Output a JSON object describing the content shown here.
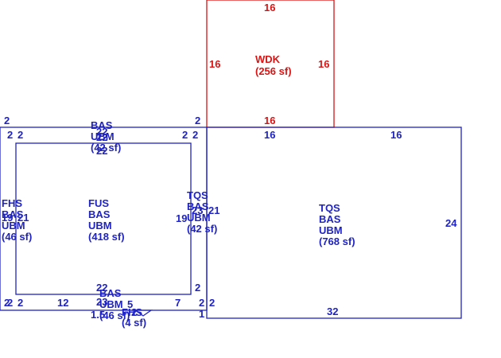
{
  "colors": {
    "main": "#1f23c2",
    "deck": "#d81414",
    "background": "#ffffff"
  },
  "areas": {
    "wdk": {
      "code": "WDK",
      "area": "(256 sf)"
    },
    "tqs_large": {
      "l1": "TQS",
      "l2": "BAS",
      "l3": "UBM",
      "area": "(768 sf)"
    },
    "fus": {
      "l1": "FUS",
      "l2": "BAS",
      "l3": "UBM",
      "area": "(418 sf)"
    },
    "fhs": {
      "l1": "FHS",
      "l2": "BAS",
      "l3": "UBM",
      "area": "(46 sf)"
    },
    "tqs_small": {
      "l1": "TQS",
      "l2": "BAS",
      "l3": "UBM",
      "area": "(42 sf)"
    },
    "top_strip": {
      "l1": "BAS",
      "l2": "UBM",
      "l3": "(42 sf)",
      "o1": "22",
      "o2": "22",
      "o3": "22"
    },
    "bottom_strip": {
      "l1": "BAS",
      "l2": "UBM",
      "l3": "(46 sf)",
      "o1": "22",
      "o2": "23",
      "o3": "1.5"
    },
    "small_tri": {
      "l1": "FHS",
      "l2": "(4 sf)",
      "o1": "2",
      "o2": "5"
    }
  },
  "dims": {
    "wdk_top": "16",
    "wdk_left": "16",
    "wdk_right": "16",
    "wdk_bottom": "16",
    "tqs_top_left": "16",
    "tqs_top_right": "16",
    "tqs_right": "24",
    "tqs_bottom": "32",
    "d_2_a": "2",
    "d_2_b": "2",
    "d_2_c": "2",
    "d_2_d": "2",
    "d_2_e": "2",
    "d_2_f": "2",
    "d_2_g": "2",
    "d_2_h": "2",
    "d_2_i": "2",
    "d_2_j": "2",
    "d_2_k": "2",
    "d_2_l": "2",
    "d_12": "12",
    "d_7": "7",
    "d_1": "1",
    "d_19": "19",
    "d_21_a": "21",
    "d_21_b": "21",
    "d_23": "23",
    "d_19_left": "19"
  }
}
